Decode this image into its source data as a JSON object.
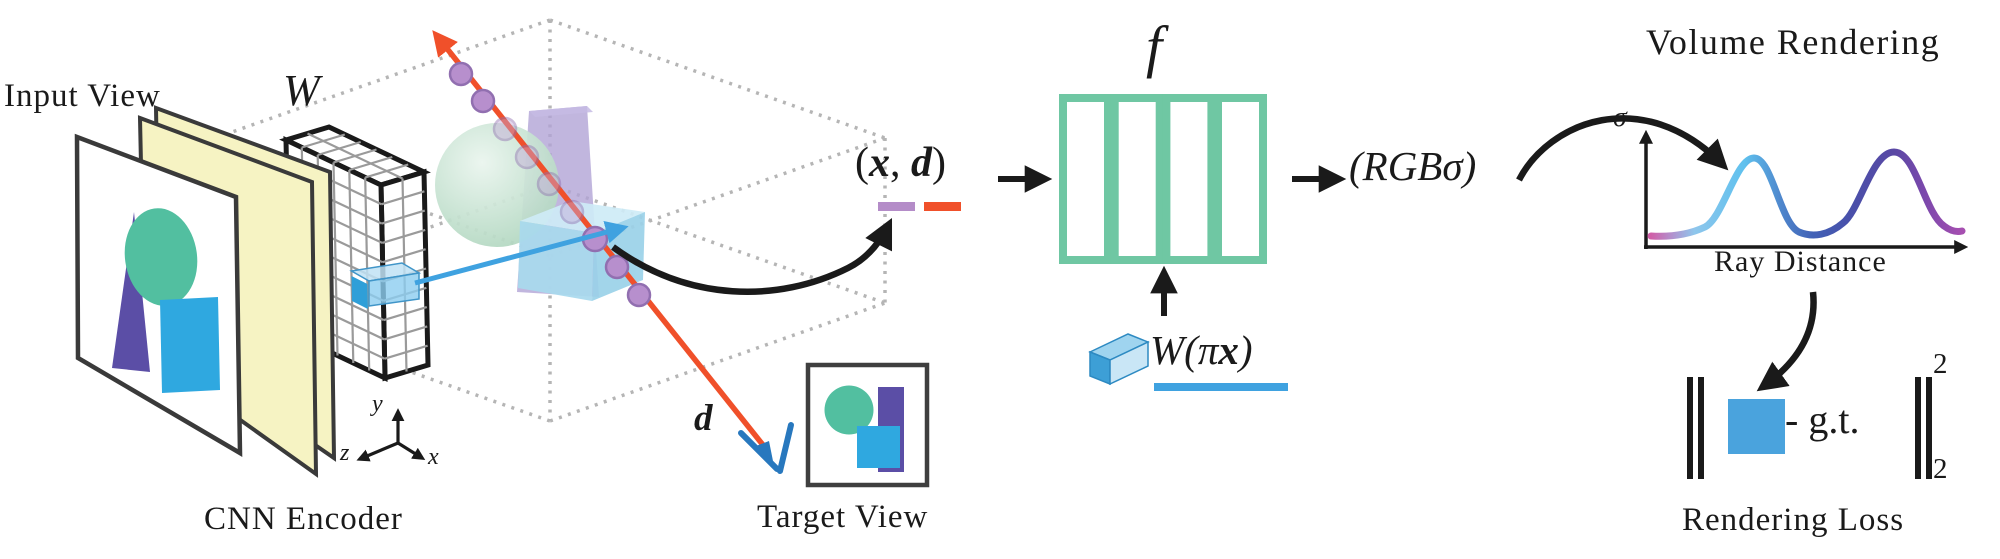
{
  "figure": {
    "encoder": {
      "input_view_label": "Input View",
      "w_label": "W",
      "cnn_encoder_label": "CNN Encoder"
    },
    "axes": {
      "x": "x",
      "y": "y",
      "z": "z"
    },
    "scene": {
      "direction_label": "d",
      "target_view_label": "Target View"
    },
    "mlp": {
      "f_label": "f",
      "input_label_parts": {
        "open": "(",
        "x": "x",
        "sep": ", ",
        "d": "d",
        "close": ")"
      },
      "feature_label_parts": {
        "prefix": "W(",
        "pi": "π",
        "x": "x",
        "close": ")"
      },
      "output_label": "(RGBσ)"
    },
    "volume_rendering": {
      "title": "Volume Rendering",
      "y_axis_label": "σ",
      "x_axis_label": "Ray Distance"
    },
    "loss": {
      "minus": "-",
      "gt": "g.t.",
      "sup": "2",
      "sub": "2",
      "label": "Rendering Loss"
    }
  },
  "colors": {
    "ray_red": "#f0502a",
    "ray_blue": "#3fa2e0",
    "sample_point_purple": "#b78fcd",
    "mlp_green": "#6fc7a3",
    "underline_x_purple": "#b48cc8",
    "underline_d_red": "#f0502a",
    "underline_w_blue": "#3fa2e0",
    "image_green": "#52bfa0",
    "image_blue": "#2fa8e0",
    "image_purple": "#5b4ea6",
    "plane_yellow": "#f6f3c3",
    "loss_square_blue": "#4aa3dd",
    "curve_start_pink": "#d05fa8",
    "curve_bump1_cyan": "#5fc1ee",
    "curve_bump2_purple": "#5948a4",
    "curve_end_magenta": "#a64fb0"
  }
}
